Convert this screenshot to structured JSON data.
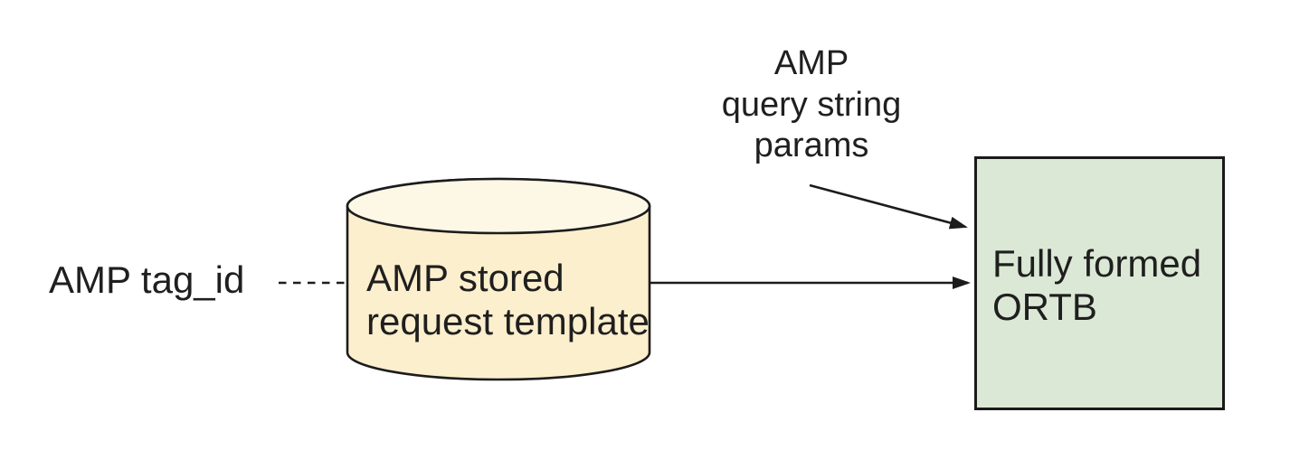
{
  "diagram": {
    "background": "#ffffff",
    "colors": {
      "cylinder_body": "#fcefcd",
      "cylinder_top": "#fdf7e6",
      "box_fill": "#dbe8d5",
      "stroke": "#1c1c1c",
      "text": "#1f1f1f"
    },
    "nodes": [
      {
        "id": "tag_id",
        "type": "text",
        "label": "AMP tag_id"
      },
      {
        "id": "stored_template",
        "type": "cylinder",
        "label": "AMP stored\nrequest template",
        "fill": "#fcefcd"
      },
      {
        "id": "query_params",
        "type": "text",
        "label": "AMP\nquery string\nparams"
      },
      {
        "id": "ortb",
        "type": "rect",
        "label": "Fully formed\nORTB",
        "fill": "#dbe8d5"
      }
    ],
    "edges": [
      {
        "from": "AMP tag_id",
        "to": "AMP stored request template",
        "style": "dashed",
        "arrow": false
      },
      {
        "from": "AMP stored request template",
        "to": "Fully formed ORTB",
        "style": "solid",
        "arrow": true
      },
      {
        "from": "AMP query string params",
        "to": "Fully formed ORTB",
        "style": "solid",
        "arrow": true
      }
    ]
  }
}
